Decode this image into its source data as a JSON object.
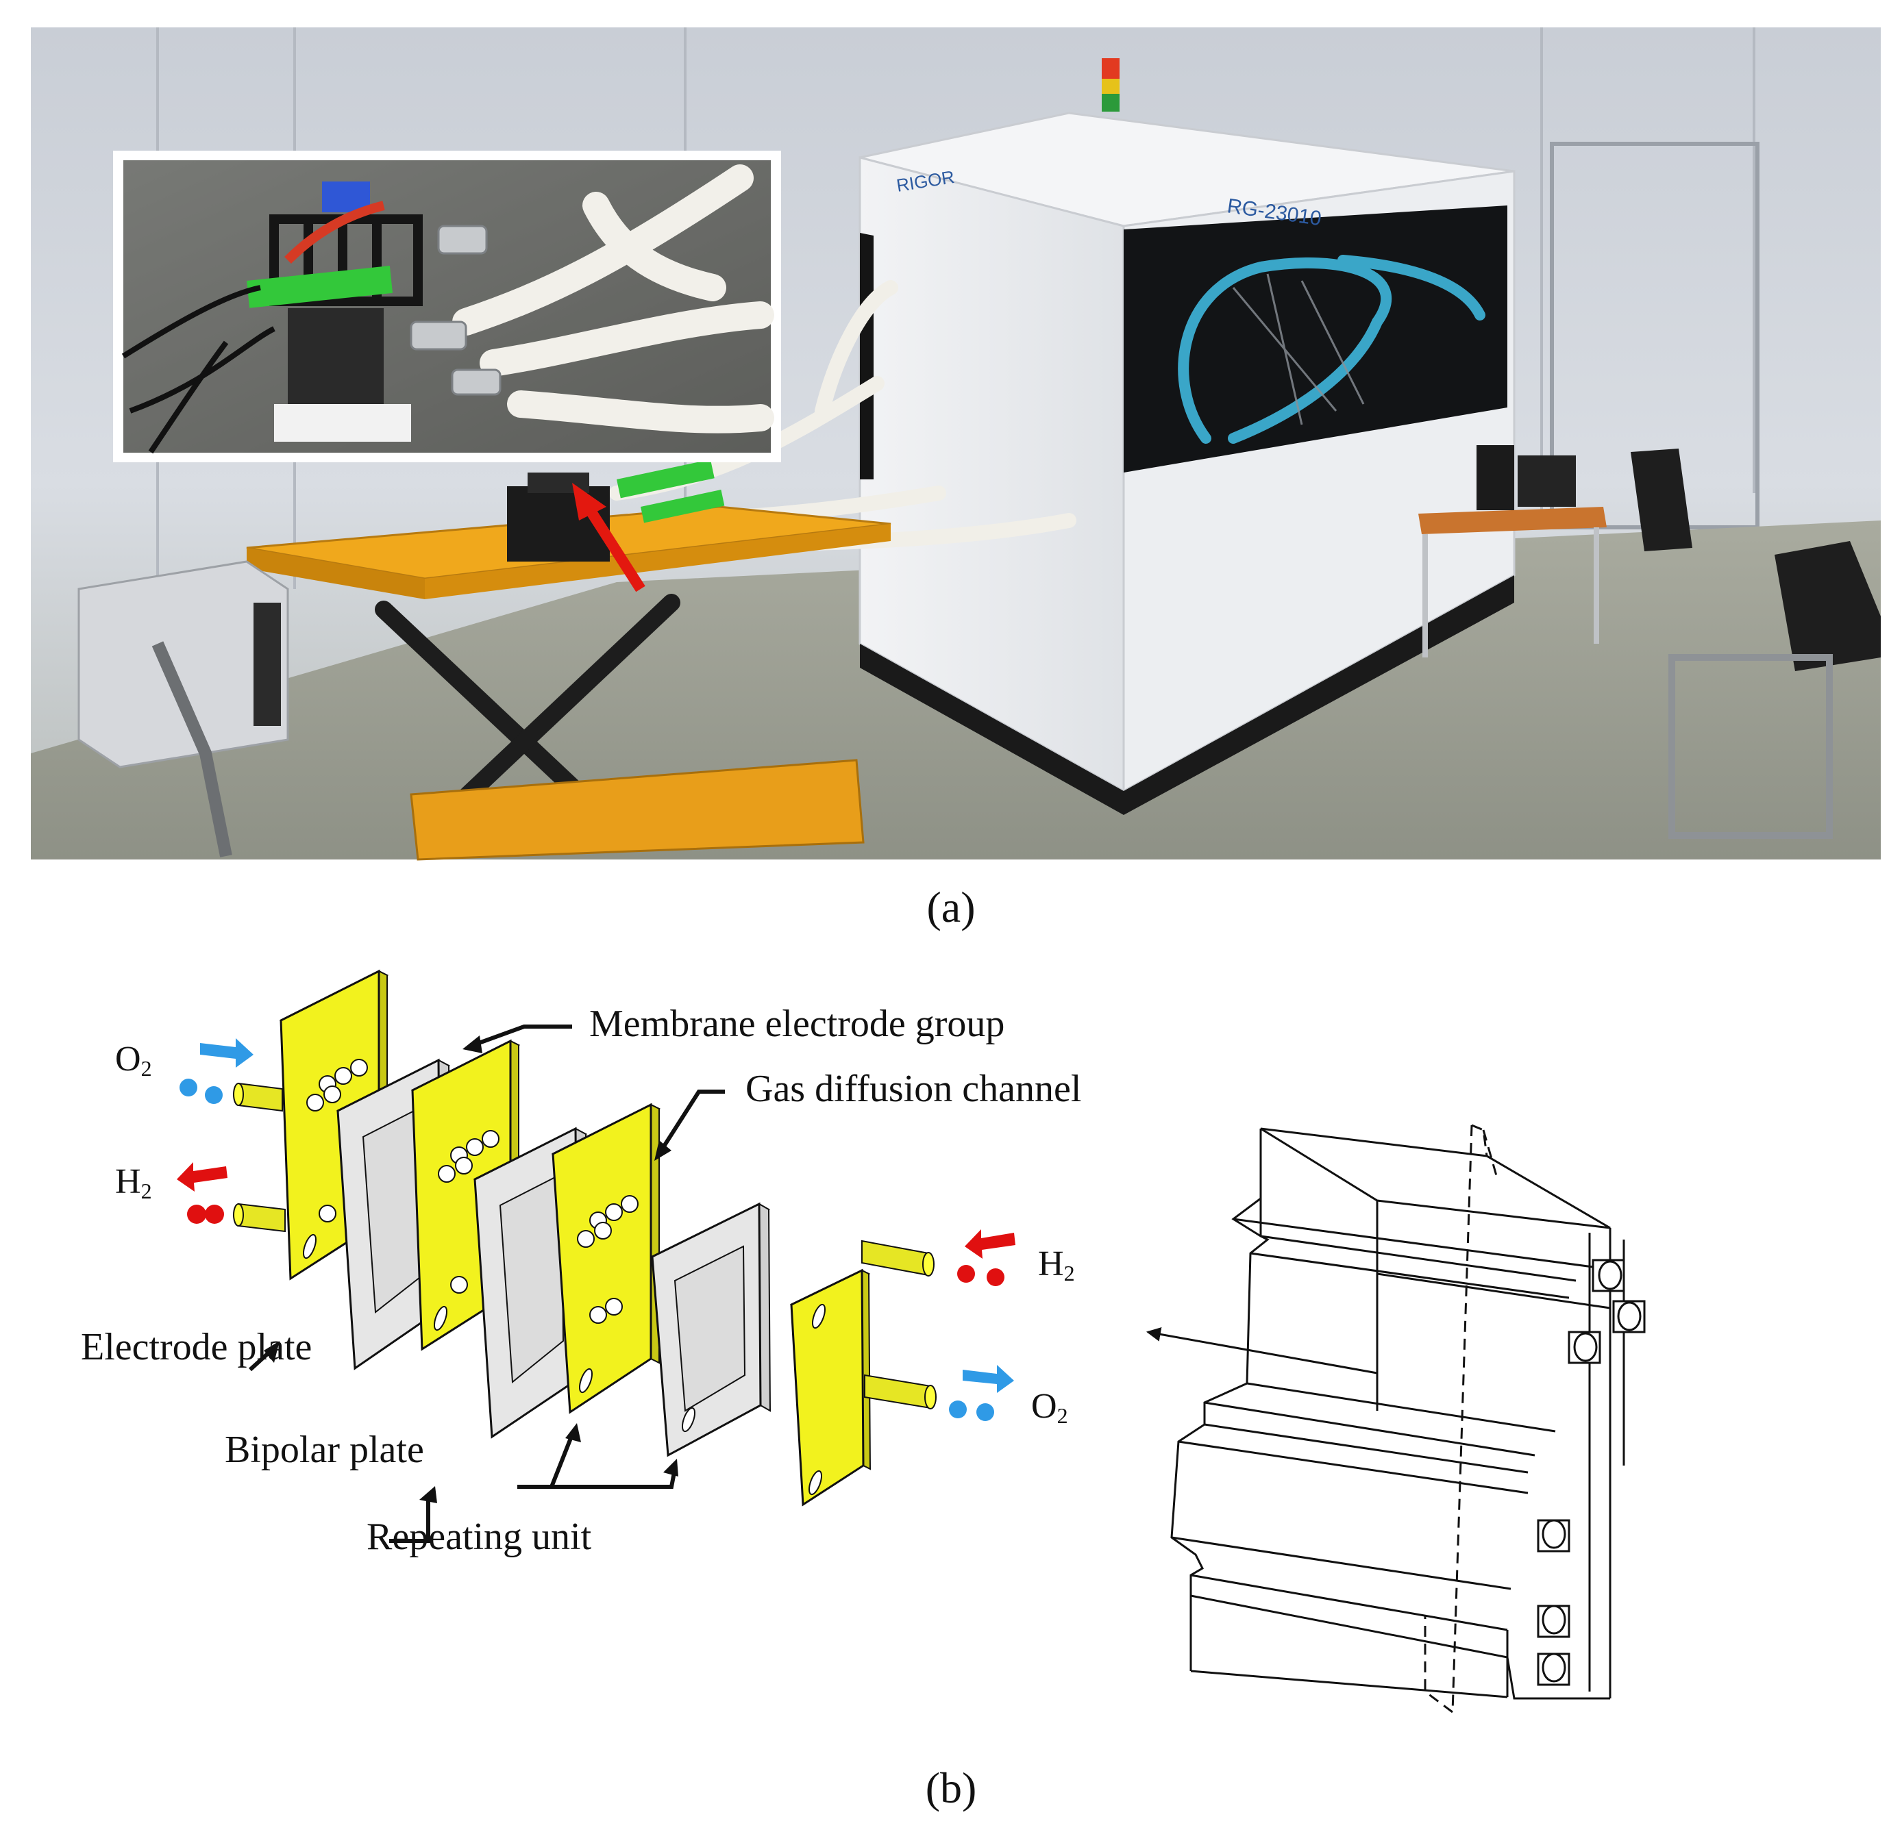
{
  "photo": {
    "machine_brand": "RIGOR",
    "machine_model": "RG-23010"
  },
  "panels": {
    "a_label": "(a)",
    "b_label": "(b)"
  },
  "diagram": {
    "labels": {
      "membrane": "Membrane electrode group",
      "gas": "Gas diffusion channel",
      "electrode": "Electrode plate",
      "bipolar": "Bipolar plate",
      "repeating": "Repeating unit"
    },
    "gases": {
      "o2_left": "O",
      "h2_left": "H",
      "h2_right": "H",
      "o2_right": "O",
      "subscript": "2"
    },
    "colors": {
      "plate_yellow": "#f2f21e",
      "membrane_grey": "#e6e6e6",
      "oxygen_blue": "#2f9ae6",
      "hydrogen_red": "#e01010"
    }
  }
}
